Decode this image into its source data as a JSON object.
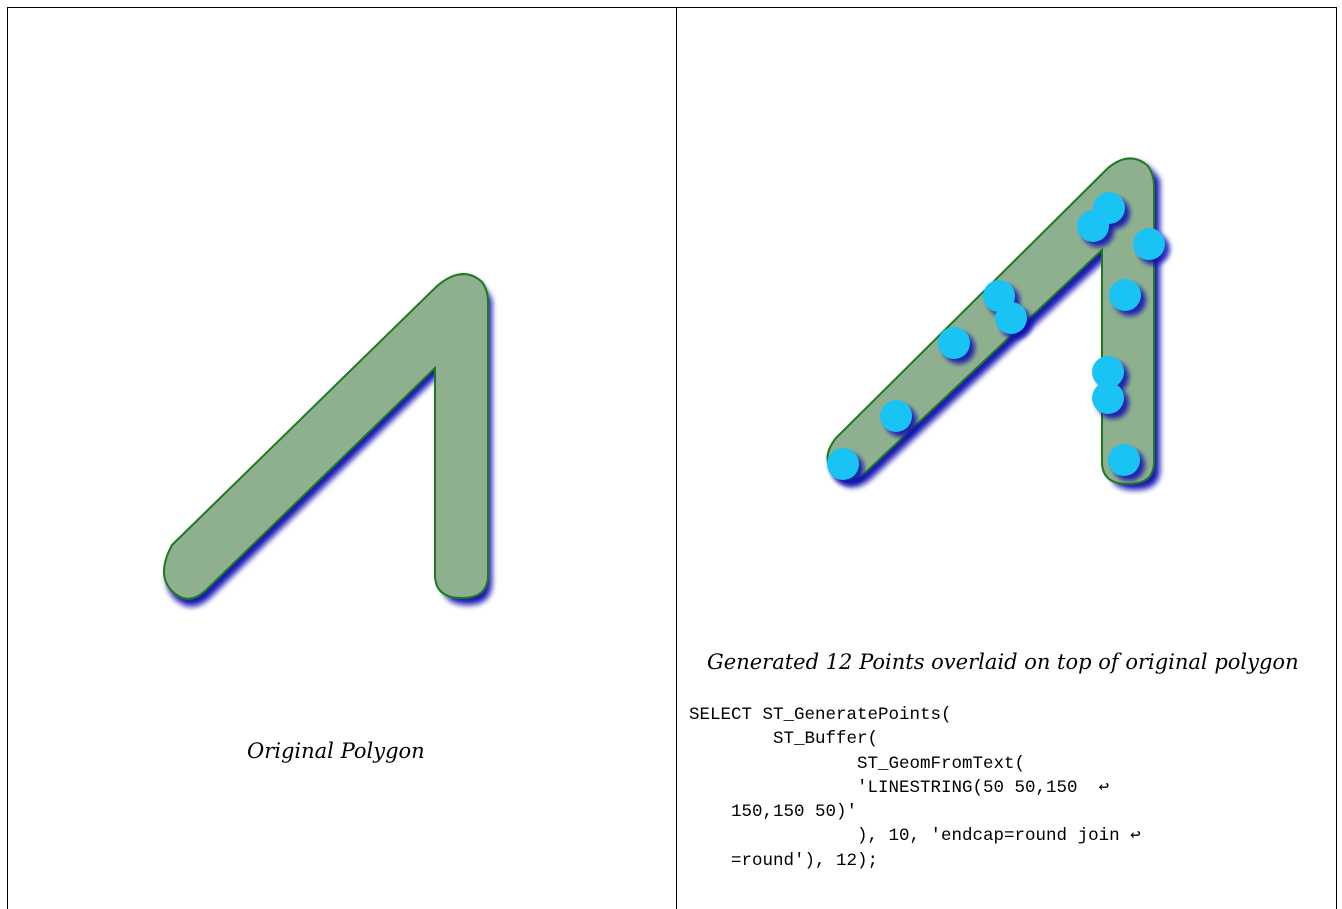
{
  "figures": {
    "left": {
      "caption": "Original Polygon"
    },
    "right": {
      "caption": "Generated 12 Points overlaid on top of original polygon"
    }
  },
  "colors": {
    "polygon_fill": "#8fb08f",
    "polygon_stroke": "#1f7a1f",
    "shadow": "#1010b0",
    "points": "#19c4f5"
  },
  "code": {
    "lines": [
      "SELECT ST_GeneratePoints(",
      "        ST_Buffer(",
      "                ST_GeomFromText(",
      "                'LINESTRING(50 50,150  ↩",
      "    150,150 50)'",
      "                ), 10, 'endcap=round join ↩",
      "    =round'), 12);"
    ]
  }
}
